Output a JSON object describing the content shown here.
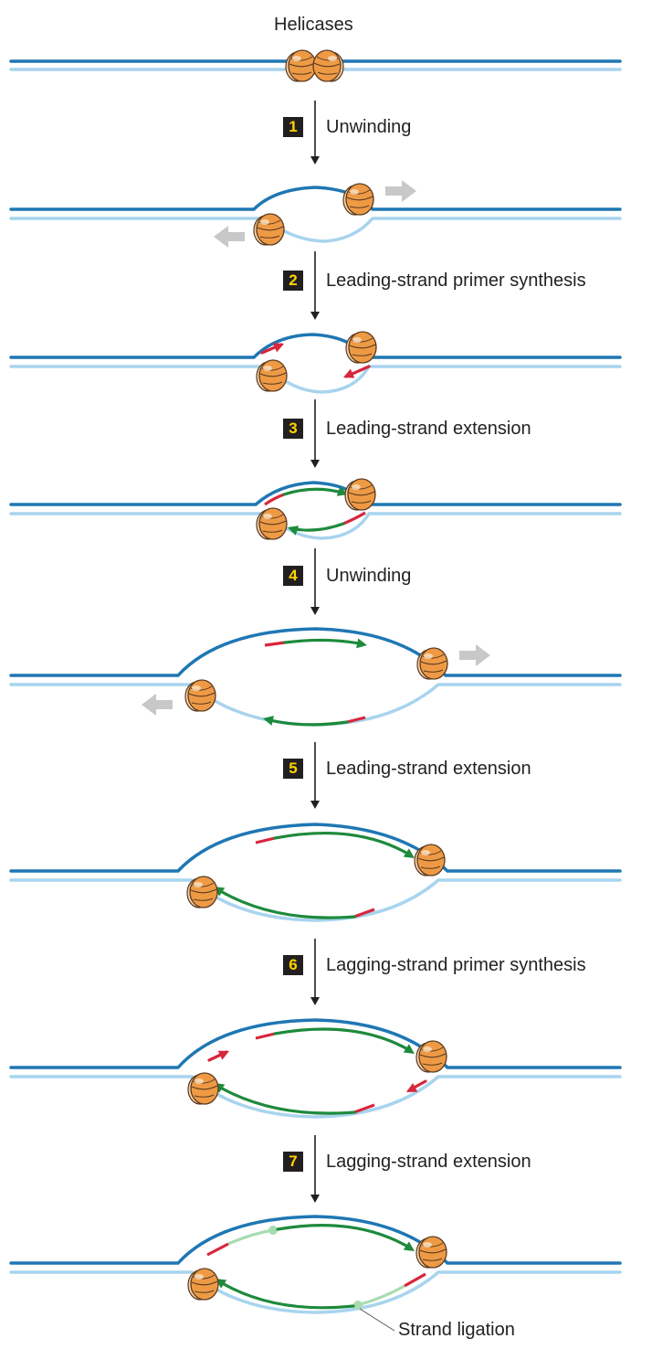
{
  "header": {
    "title": "Helicases"
  },
  "steps": [
    {
      "number": "1",
      "label": "Unwinding"
    },
    {
      "number": "2",
      "label": "Leading-strand primer synthesis"
    },
    {
      "number": "3",
      "label": "Leading-strand extension"
    },
    {
      "number": "4",
      "label": "Unwinding"
    },
    {
      "number": "5",
      "label": "Leading-strand extension"
    },
    {
      "number": "6",
      "label": "Lagging-strand primer synthesis"
    },
    {
      "number": "7",
      "label": "Lagging-strand extension"
    }
  ],
  "annotation": {
    "ligation": "Strand ligation"
  },
  "colors": {
    "top_strand": "#1f77b4",
    "bottom_strand": "#a8d4ee",
    "primer": "#d7263d",
    "new_strand": "#1e8a3c",
    "ligated_strand": "#a8dcb0",
    "helicase": "#ee9a45",
    "motion_arrow": "#c8c8c8",
    "step_badge_bg": "#231f20",
    "step_badge_text": "#ffd400"
  },
  "icons": {
    "helicase": "helicase-icon",
    "direction": "gray-arrow-icon"
  }
}
